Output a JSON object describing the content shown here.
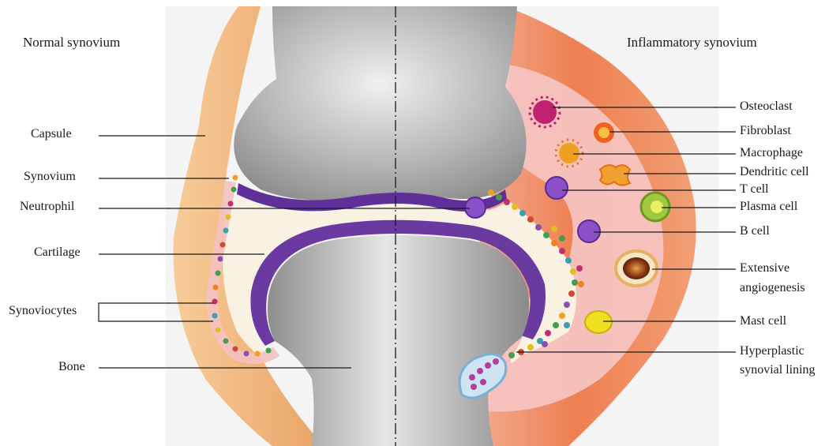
{
  "titles": {
    "left": "Normal synovium",
    "right": "Inflammatory synovium"
  },
  "left_labels": {
    "capsule": "Capsule",
    "synovium": "Synovium",
    "neutrophil": "Neutrophil",
    "cartilage": "Cartilage",
    "synoviocytes": "Synoviocytes",
    "bone": "Bone"
  },
  "right_labels": {
    "osteoclast": "Osteoclast",
    "fibroblast": "Fibroblast",
    "macrophage": "Macrophage",
    "dendritic_cell": "Dendritic cell",
    "t_cell": "T cell",
    "plasma_cell": "Plasma cell",
    "b_cell": "B cell",
    "angiogenesis_1": "Extensive",
    "angiogenesis_2": "angiogenesis",
    "mast_cell": "Mast cell",
    "hyperplastic_1": "Hyperplastic",
    "hyperplastic_2": "synovial lining"
  },
  "colors": {
    "capsule_normal": "#f0b77a",
    "capsule_inflamed": "#ef8a5a",
    "bone": "#a9a9a9",
    "cartilage": "#6a3aa0",
    "synovial_fluid": "#f8f1e2",
    "synovium_pink": "#f4c2c0"
  }
}
